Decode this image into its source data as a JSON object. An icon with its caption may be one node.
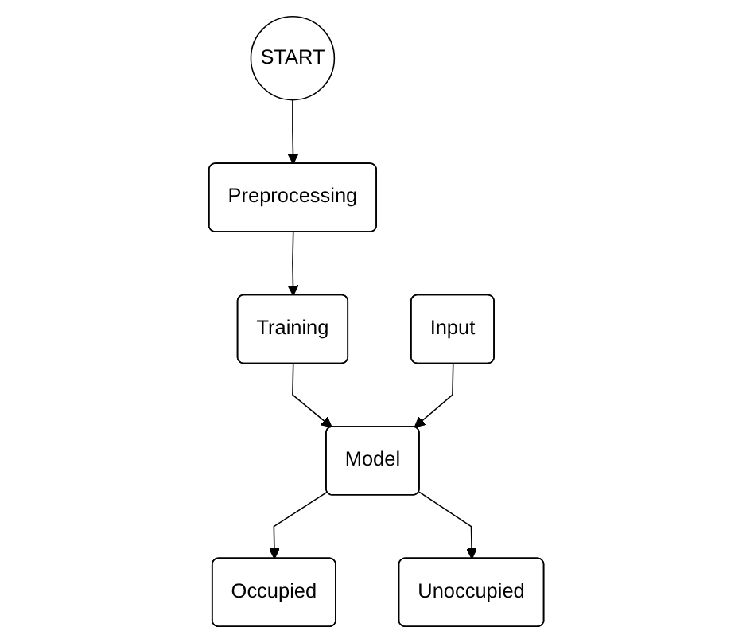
{
  "diagram": {
    "nodes": [
      {
        "text": [
          "START"
        ]
      },
      {
        "text": [
          "Preprocessing"
        ]
      },
      {
        "text": [
          "Training"
        ]
      },
      {
        "text": [
          "Input"
        ]
      },
      {
        "text": [
          "Model"
        ]
      },
      {
        "text": [
          "Occupied"
        ]
      },
      {
        "text": [
          "Unoccupied"
        ]
      }
    ],
    "edges": [
      {
        "from": 0,
        "to": 1,
        "arrow": "to"
      },
      {
        "from": 1,
        "to": 2,
        "arrow": "to"
      },
      {
        "from": 2,
        "to": 4,
        "arrow": "to"
      },
      {
        "from": 3,
        "to": 4,
        "arrow": "to"
      },
      {
        "from": 4,
        "to": 5,
        "arrow": "to"
      },
      {
        "from": 4,
        "to": 6,
        "arrow": "to"
      }
    ]
  }
}
